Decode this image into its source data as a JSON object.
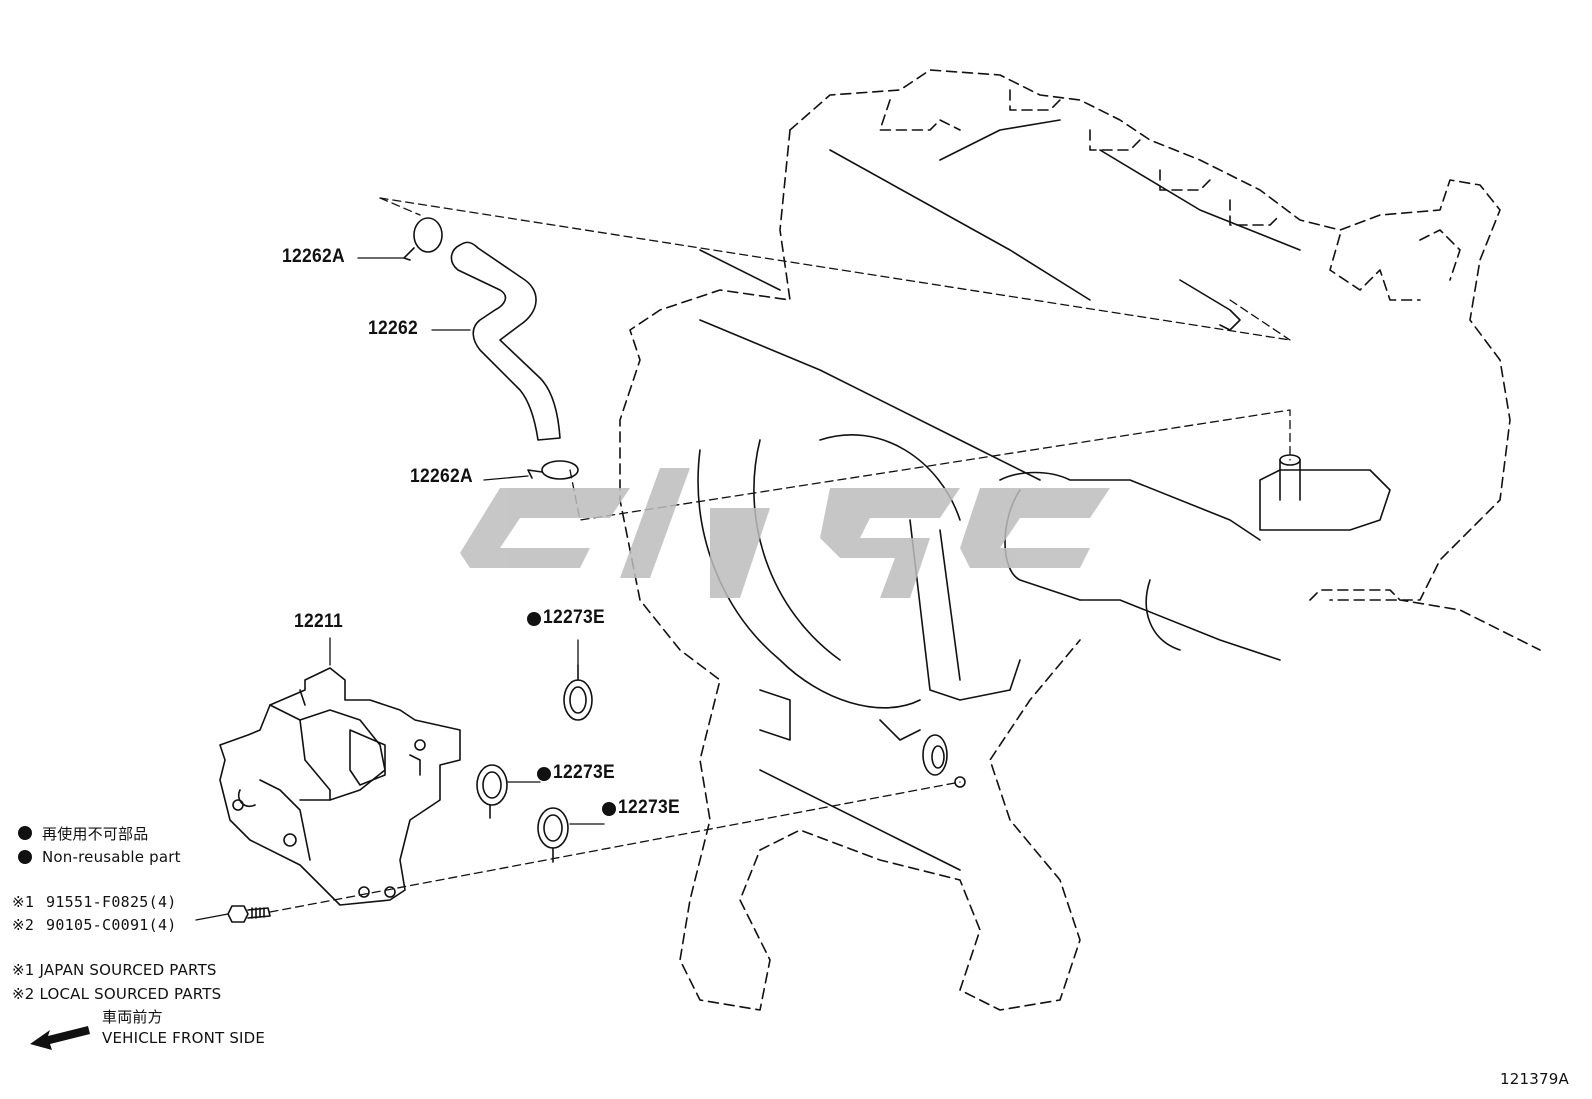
{
  "callouts": {
    "c1": "12262A",
    "c2": "12262",
    "c3": "12262A",
    "c4": "12211",
    "c5": "12273E",
    "c6": "12273E",
    "c7": "12273E"
  },
  "fasteners": {
    "mark1": "※1",
    "pn1": "91551-F0825(4)",
    "mark2": "※2",
    "pn2": "90105-C0091(4)"
  },
  "legend": {
    "non_reusable_jp": "再使用不可部品",
    "non_reusable_en": "Non-reusable part"
  },
  "notes": {
    "note1": "※1 JAPAN SOURCED PARTS",
    "note2": "※2 LOCAL SOURCED PARTS",
    "front_jp": "車両前方",
    "front_en": "VEHICLE FRONT SIDE"
  },
  "illustration_id": "121379A",
  "colors": {
    "line": "#111111",
    "watermark": "#bdbdbd"
  },
  "icons": {
    "front_arrow": "arrow-left-icon",
    "bullet": "filled-circle-icon"
  }
}
